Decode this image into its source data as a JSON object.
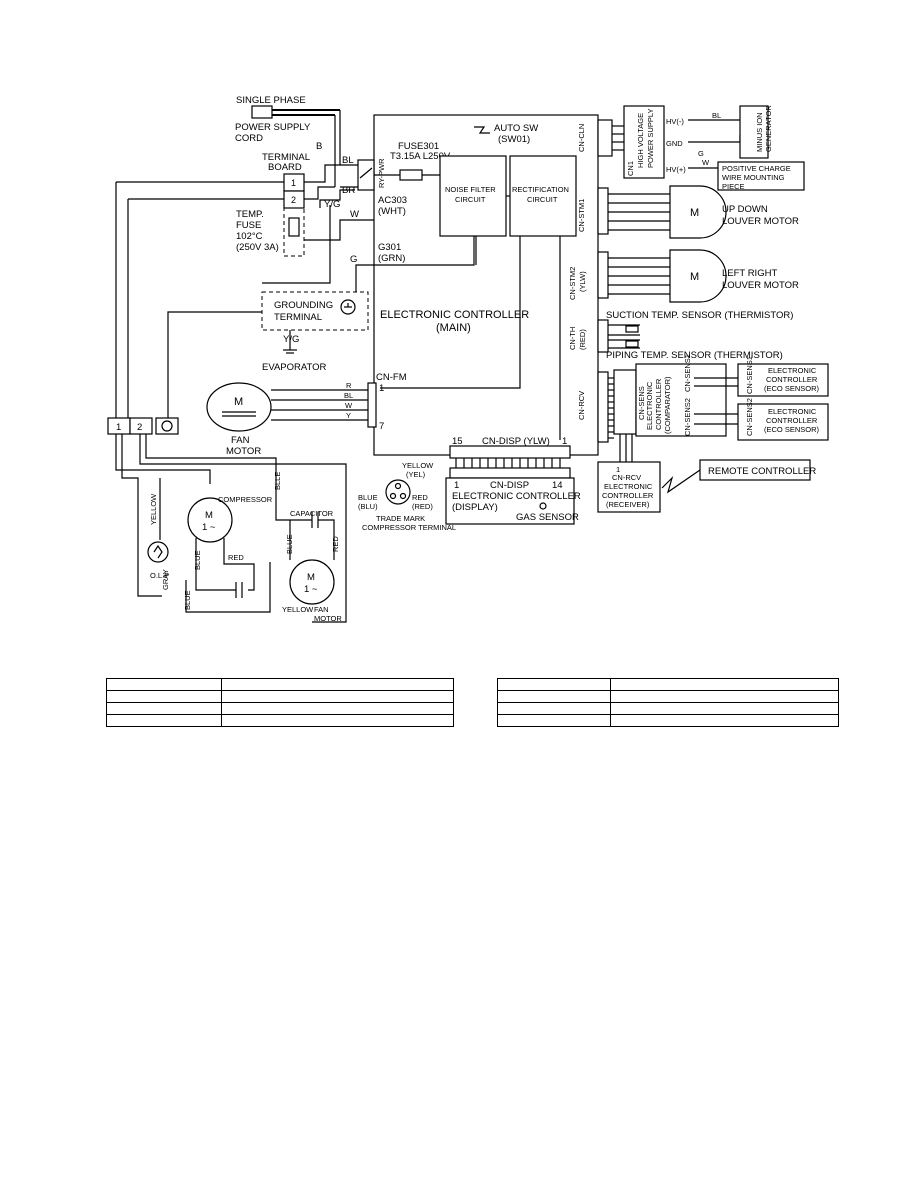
{
  "labels": {
    "single_phase": "SINGLE PHASE",
    "power_cord_1": "POWER SUPPLY",
    "power_cord_2": "CORD",
    "terminal_board_1": "TERMINAL",
    "terminal_board_2": "BOARD",
    "tb_1": "1",
    "tb_2": "2",
    "temp_fuse_1": "TEMP.",
    "temp_fuse_2": "FUSE",
    "temp_fuse_3": "102°C",
    "temp_fuse_4": "(250V 3A)",
    "b": "B",
    "bl": "BL",
    "br": "BR",
    "yg": "Y/G",
    "w": "W",
    "g": "G",
    "ry_pwr": "RY-PWR",
    "fuse_1": "FUSE301",
    "fuse_2": "T3.15A L250V",
    "auto_sw_1": "AUTO SW",
    "auto_sw_2": "(SW01)",
    "ac303_1": "AC303",
    "ac303_2": "(WHT)",
    "g301_1": "G301",
    "g301_2": "(GRN)",
    "noise_1": "NOISE FILTER",
    "noise_2": "CIRCUIT",
    "rect_1": "RECTIFICATION",
    "rect_2": "CIRCUIT",
    "grounding_1": "GROUNDING",
    "grounding_2": "TERMINAL",
    "main_1": "ELECTRONIC CONTROLLER",
    "main_2": "(MAIN)",
    "evaporator": "EVAPORATOR",
    "cn_fm": "CN-FM",
    "fm_1": "1",
    "fm_7": "7",
    "fm_r": "R",
    "fm_bl": "BL",
    "fm_w": "W",
    "fm_y": "Y",
    "motor_m": "M",
    "fan_motor_1": "FAN",
    "fan_motor_2": "MOTOR",
    "cn_cln": "CN-CLN",
    "hv_1": "HIGH VOLTAGE",
    "hv_2": "POWER SUPPLY",
    "cn1": "CN1",
    "hv_minus": "HV(-)",
    "gnd": "GND",
    "hv_plus": "HV(+)",
    "minus_ion_1": "MINUS ION",
    "minus_ion_2": "GENERATOR",
    "pos_charge_1": "POSITIVE CHARGE",
    "pos_charge_2": "WIRE MOUNTING",
    "pos_charge_3": "PIECE",
    "cn_stm1": "CN-STM1",
    "up_down_1": "UP DOWN",
    "up_down_2": "LOUVER MOTOR",
    "cn_stm2_1": "CN-STM2",
    "cn_stm2_2": "(YLW)",
    "left_right_1": "LEFT RIGHT",
    "left_right_2": "LOUVER MOTOR",
    "cn_th_1": "CN-TH",
    "cn_th_2": "(RED)",
    "suction": "SUCTION TEMP. SENSOR (THERMISTOR)",
    "piping": "PIPING TEMP. SENSOR (THERMISTOR)",
    "cn_rcv": "CN-RCV",
    "comparator_1": "ELECTRONIC",
    "comparator_2": "CONTROLLER",
    "comparator_3": "(COMPARATOR)",
    "cn_sens": "CN-SENS",
    "eco_1": "ELECTRONIC",
    "eco_2": "CONTROLLER",
    "eco_3": "(ECO SENSOR)",
    "cn_sens1": "CN-SENS1",
    "cn_sens2": "CN-SENS2",
    "cn_disp_ylw": "CN-DISP (YLW)",
    "cn_disp": "CN-DISP",
    "disp_15": "15",
    "disp_1": "1",
    "disp_14": "14",
    "display_1": "ELECTRONIC CONTROLLER",
    "display_2": "(DISPLAY)",
    "gas_sensor": "GAS SENSOR",
    "receiver_1": "ELECTRONIC",
    "receiver_2": "CONTROLLER",
    "receiver_3": "(RECEIVER)",
    "remote": "REMOTE CONTROLLER",
    "yellow_1": "YELLOW",
    "yellow_2": "(YEL)",
    "blue_1": "BLUE",
    "blue_2": "(BLU)",
    "red_1": "RED",
    "red_2": "(RED)",
    "trade_1": "TRADE MARK",
    "trade_2": "COMPRESSOR TERMINAL",
    "out_1": "1",
    "out_2": "2",
    "compressor": "COMPRESSOR",
    "comp_m": "M",
    "comp_1": "1 ~",
    "capacitor": "CAPACITOR",
    "yellow_wire": "YELLOW",
    "blue_wire": "BLUE",
    "red_wire": "RED",
    "blle": "BLLE",
    "gray": "GRAY",
    "olp": "O.L.P",
    "fm2_m": "M",
    "fm2_1": "1 ~",
    "fm2_fan": "FAN",
    "fm2_motor": "MOTOR"
  }
}
